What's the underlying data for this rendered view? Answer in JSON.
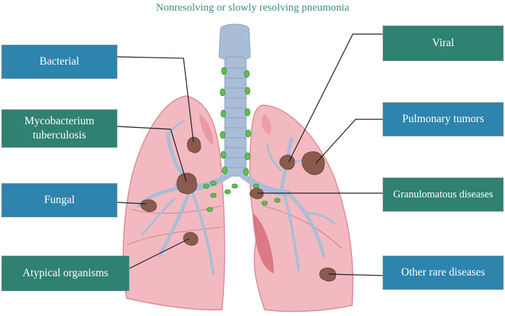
{
  "title": "Nonresolving or slowly resolving pneumonia",
  "labels": {
    "bacterial": "Bacterial",
    "mycobacterium": "Mycobacterium\ntuberculosis",
    "fungal": "Fungal",
    "atypical": "Atypical organisms",
    "viral": "Viral",
    "tumors": "Pulmonary tumors",
    "granulomatous": "Granulomatous diseases",
    "rare": "Other rare diseases"
  },
  "colors": {
    "blue_box": "#2d84ad",
    "green_box": "#2f8172",
    "lung_fill": "#f2b8bf",
    "trachea": "#a9bed6",
    "lymph_node": "#5cbf4f",
    "lesion": "#8a5a4e"
  }
}
